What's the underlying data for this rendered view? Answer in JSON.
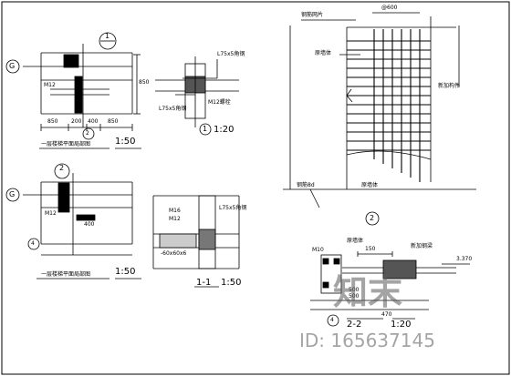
{
  "drawing": {
    "grid_labels": {
      "g_top": "G",
      "g_bottom": "G",
      "n4_left": "4",
      "n4_bottom": "4"
    },
    "circle_marks": {
      "c1": "1",
      "c2a": "2",
      "c2b": "2",
      "c1_mid": "1",
      "c2_right": "2"
    },
    "detail_a": {
      "tag": "M12",
      "d850a": "850",
      "d200": "200",
      "d400": "400",
      "d850b": "850",
      "vert_dim": "850",
      "title": "一层楼梯平面局部图",
      "scale": "1:50"
    },
    "detail_b": {
      "tag1": "L75x5角钢",
      "tag2": "M12螺栓",
      "tag3": "L75x5角钢",
      "scale": "1:20"
    },
    "detail_c": {
      "tag1": "M12",
      "dim": "400",
      "title": "一层楼梯平面局部图",
      "scale": "1:50"
    },
    "detail_d": {
      "tag1": "M16",
      "tag2": "M12",
      "tag3": "L75x5角钢",
      "tag4": "-60x60x6",
      "title": "1-1",
      "scale": "1:50"
    },
    "detail_e": {
      "top_note": "钢筋网片",
      "top_dim": "@600",
      "side_note1": "原墙体",
      "side_note2": "新加构件",
      "bottom_note": "钢筋8d",
      "bottom_note2": "原墙体"
    },
    "detail_f": {
      "tag1": "M10",
      "dim1": "150",
      "dim2": "500",
      "dim3": "500",
      "dim4": "470",
      "dim5": "3.370",
      "note1": "新加钢梁",
      "note2": "原墙体",
      "title": "2-2",
      "scale": "1:20"
    }
  },
  "watermark": {
    "logo_text": "知末",
    "id_text": "ID: 165637145"
  }
}
